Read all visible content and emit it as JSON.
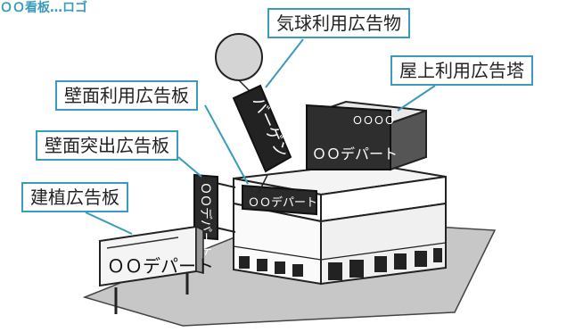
{
  "caption": "ＯＯ看板…ロゴ",
  "labels": {
    "balloon": "気球利用広告物",
    "rooftop": "屋上利用広告塔",
    "wall_sign": "壁面利用広告板",
    "projecting": "壁面突出広告板",
    "ground": "建植広告板"
  },
  "signs": {
    "balloon_text": "バーゲン",
    "rooftop_top": "ＯＯＯＯ",
    "rooftop_main": "ＯＯデパート",
    "wall_text": "ＯＯデパート",
    "projecting_text": "ＯＯデパート",
    "ground_text": "ＯＯデパート"
  }
}
